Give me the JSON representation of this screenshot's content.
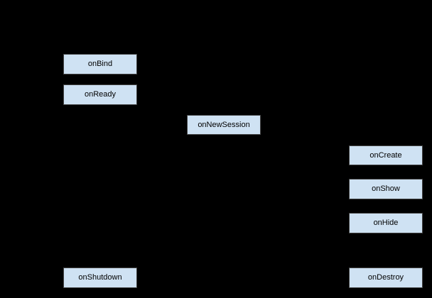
{
  "diagram": {
    "type": "lifecycle-flow",
    "background_color": "#000000",
    "node_fill_color": "#cfe2f3",
    "node_border_color": "#434343",
    "node_text_color": "#000000",
    "nodes": [
      {
        "id": "onBind",
        "label": "onBind"
      },
      {
        "id": "onReady",
        "label": "onReady"
      },
      {
        "id": "onNewSession",
        "label": "onNewSession"
      },
      {
        "id": "onCreate",
        "label": "onCreate"
      },
      {
        "id": "onShow",
        "label": "onShow"
      },
      {
        "id": "onHide",
        "label": "onHide"
      },
      {
        "id": "onShutdown",
        "label": "onShutdown"
      },
      {
        "id": "onDestroy",
        "label": "onDestroy"
      }
    ]
  }
}
